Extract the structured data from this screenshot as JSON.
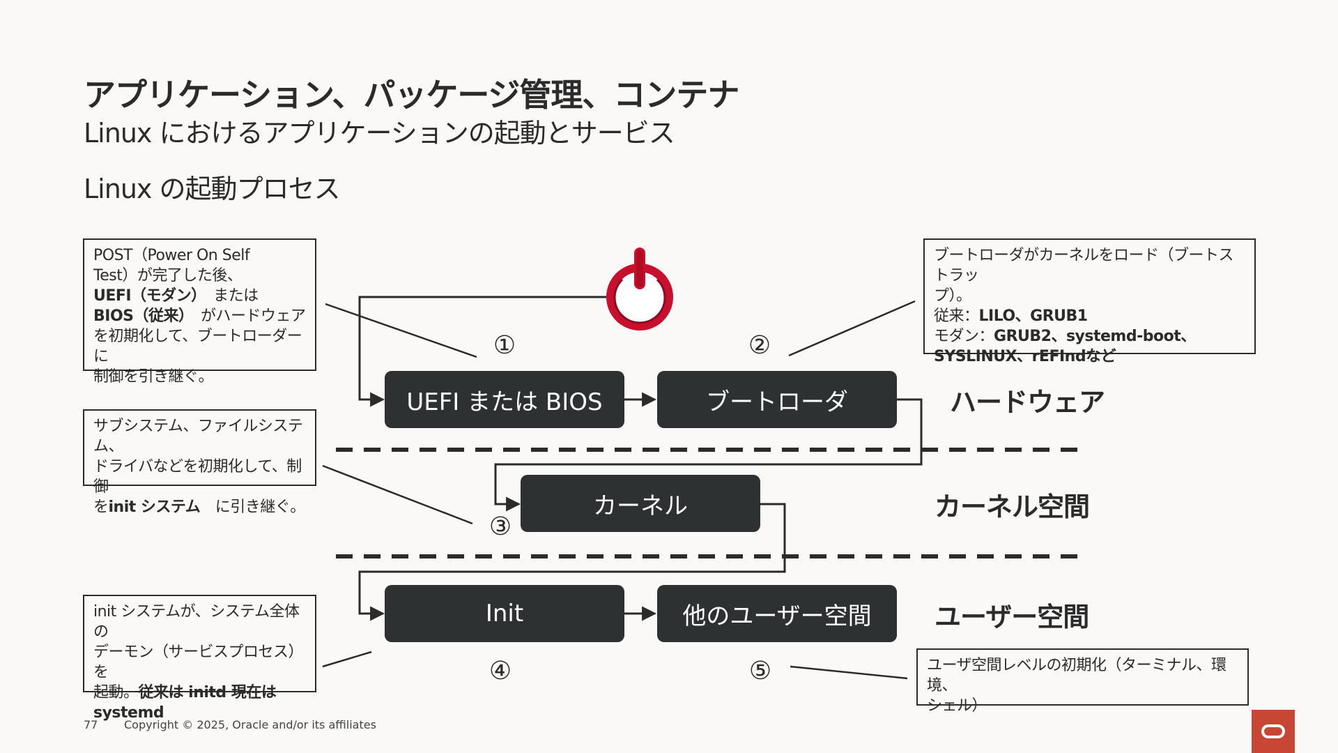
{
  "header": {
    "title": "アプリケーション、パッケージ管理、コンテナ",
    "subtitle": "Linux におけるアプリケーションの起動とサービス",
    "section_title": "Linux の起動プロセス"
  },
  "nodes": {
    "uefi_bios": "UEFI または BIOS",
    "bootloader": "ブートローダ",
    "kernel": "カーネル",
    "init": "Init",
    "other_user_space": "他のユーザー空間"
  },
  "layers": {
    "hardware": "ハードウェア",
    "kernel_space": "カーネル空間",
    "user_space": "ユーザー空間"
  },
  "steps": [
    "①",
    "②",
    "③",
    "④",
    "⑤"
  ],
  "notes": {
    "post": {
      "line1": "POST（Power On Self",
      "line2": "Test）が完了した後、",
      "uefi": "UEFI（モダン）",
      "or": "　または",
      "bios": "BIOS（従来）",
      "line4_rest": "　がハードウェア",
      "line5": "を初期化して、ブートローダーに",
      "line6": "制御を引き継ぐ。"
    },
    "subsystem": {
      "line1": "サブシステム、ファイルシステム、",
      "line2": "ドライバなどを初期化して、制御",
      "line3_pre": "を",
      "line3_bold": "init システム",
      "line3_rest": "　に引き継ぐ。"
    },
    "init": {
      "line1": "init システムが、システム全体の",
      "line2": "デーモン（サービスプロセス）を",
      "line3_pre": "起動。",
      "line3_bold": "従来は initd 現在は",
      "line4_bold": "systemd"
    },
    "bootloader": {
      "line1": "ブートローダがカーネルをロード（ブートストラッ",
      "line2": "プ）。",
      "line3_pre": "従来：",
      "line3_bold": "LILO、GRUB1",
      "line4_pre": "モダン：",
      "line4_bold": "GRUB2、systemd-boot、",
      "line5_bold": "SYSLINUX、rEFIndなど"
    },
    "userspace": {
      "line1": "ユーザ空間レベルの初期化（ターミナル、環境、",
      "line2": "シェル）"
    }
  },
  "footer": {
    "page": "77",
    "copyright": "Copyright © 2025, Oracle and/or its affiliates"
  },
  "colors": {
    "node_bg": "#2e3132",
    "power_red": "#c8102e",
    "logo_red": "#c74634",
    "line": "#2b2b2b"
  },
  "icons": {
    "power": "power-icon",
    "logo": "oracle-logo-icon"
  }
}
